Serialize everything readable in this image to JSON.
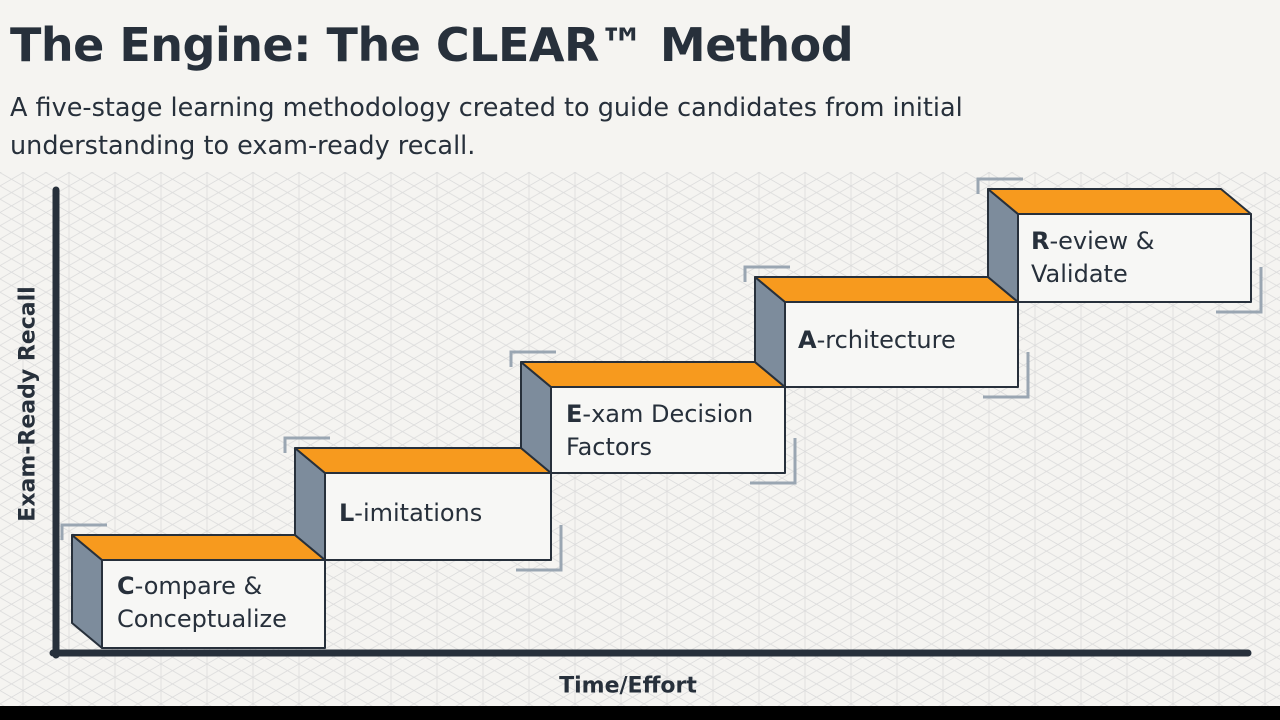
{
  "slide": {
    "title": "The Engine: The CLEAR™ Method",
    "subtitle": "A five-stage learning methodology created to guide candidates from initial understanding to exam-ready recall."
  },
  "axes": {
    "y_label": "Exam-Ready Recall",
    "x_label": "Time/Effort"
  },
  "steps": [
    {
      "letter": "C",
      "rest_line1": "-ompare &",
      "line2": "Conceptualize"
    },
    {
      "letter": "L",
      "rest_line1": "-imitations",
      "line2": ""
    },
    {
      "letter": "E",
      "rest_line1": "-xam Decision",
      "line2": "Factors"
    },
    {
      "letter": "A",
      "rest_line1": "-rchitecture",
      "line2": ""
    },
    {
      "letter": "R",
      "rest_line1": "-eview &",
      "line2": "Validate"
    }
  ],
  "colors": {
    "accent_orange": "#f79a1e",
    "side_steel": "#7d8c9c",
    "face_white": "#f7f7f5",
    "outline": "#27303b",
    "bracket_gray": "#9aa6b2",
    "background": "#f5f4f1"
  }
}
